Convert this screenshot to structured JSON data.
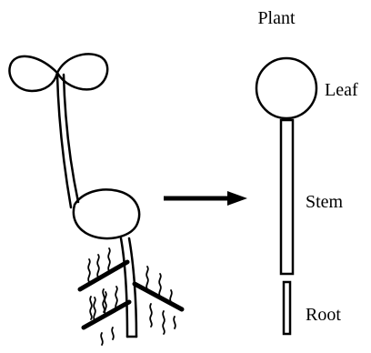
{
  "diagram": {
    "title": "Plant",
    "labels": {
      "leaf": "Leaf",
      "stem": "Stem",
      "root": "Root"
    },
    "colors": {
      "stroke": "#000000",
      "fill": "#ffffff"
    }
  }
}
